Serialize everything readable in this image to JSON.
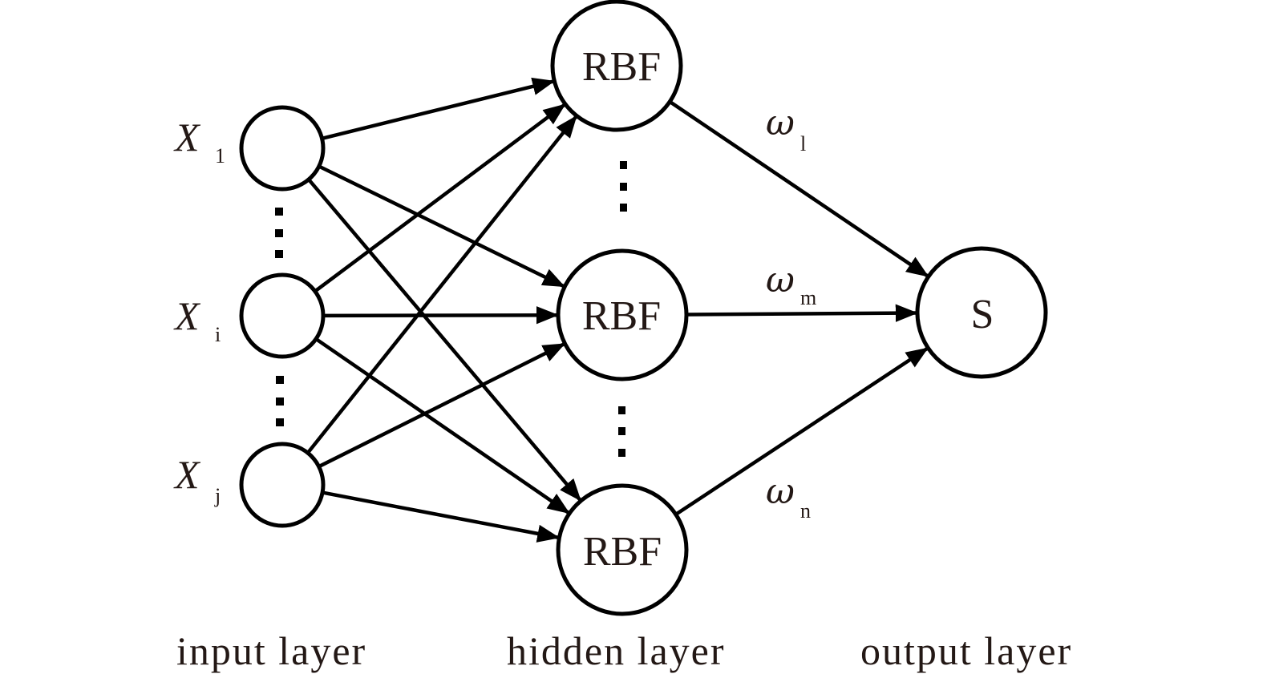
{
  "diagram": {
    "title": "RBF neural network structure",
    "colors": {
      "stroke": "#000000",
      "text": "#231815",
      "background": "#ffffff"
    },
    "input_nodes": [
      {
        "id": "x1",
        "var": "X",
        "sub": "1"
      },
      {
        "id": "xi",
        "var": "X",
        "sub": "i"
      },
      {
        "id": "xj",
        "var": "X",
        "sub": "j"
      }
    ],
    "hidden_nodes": [
      {
        "id": "h1",
        "label": "RBF"
      },
      {
        "id": "hm",
        "label": "RBF"
      },
      {
        "id": "hn",
        "label": "RBF"
      }
    ],
    "output_node": {
      "id": "s",
      "label": "S"
    },
    "weights": [
      {
        "symbol": "ω",
        "sub": "l"
      },
      {
        "symbol": "ω",
        "sub": "m"
      },
      {
        "symbol": "ω",
        "sub": "n"
      }
    ],
    "ellipsis": "⋮",
    "layer_labels": {
      "input": "input layer",
      "hidden": "hidden layer",
      "output": "output layer"
    },
    "connections": {
      "input_to_hidden": "fully-connected",
      "hidden_to_output": "fully-connected"
    }
  }
}
